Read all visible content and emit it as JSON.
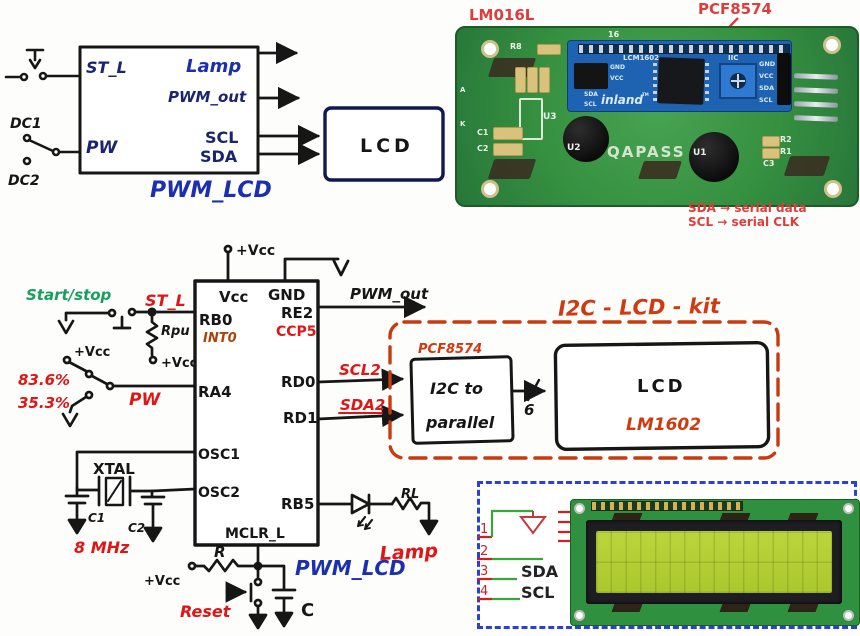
{
  "top_diagram": {
    "in_st_l": "ST_L",
    "in_pw": "PW",
    "out_lamp": "Lamp",
    "out_pwm": "PWM_out",
    "out_scl": "SCL",
    "out_sda": "SDA",
    "dc1": "DC1",
    "dc2": "DC2",
    "block_name": "PWM_LCD",
    "lcd": "LCD"
  },
  "photo": {
    "module_label": "LM016L",
    "chip_label": "PCF8574",
    "pin16": "16",
    "refs": {
      "r8": "R8",
      "u3": "U3",
      "c1": "C1",
      "c2": "C2",
      "u2": "U2",
      "u1": "U1",
      "c3": "C3",
      "r2": "R2",
      "r1": "R1"
    },
    "anode": "A",
    "kathode": "K",
    "brand": "QAPASS",
    "backpack": {
      "title": "LCM1602",
      "iic": "IIC",
      "brand": "inland",
      "tm": "TM",
      "jumper_pins": [
        "GND",
        "VCC",
        "SDA",
        "SCL"
      ],
      "header_pins": [
        "GND",
        "VCC",
        "SDA",
        "SCL"
      ]
    },
    "arrow": "→",
    "legend": [
      {
        "pin": "SDA",
        "desc": "serial data"
      },
      {
        "pin": "SCL",
        "desc": "serial CLK"
      }
    ]
  },
  "schematic": {
    "mcu": {
      "vcc": "Vcc",
      "gnd": "GND",
      "rb0": "RB0",
      "int0": "INT0",
      "re2": "RE2",
      "ccp5": "CCP5",
      "ra4": "RA4",
      "rd0": "RD0",
      "rd1": "RD1",
      "osc1": "OSC1",
      "osc2": "OSC2",
      "rb5": "RB5",
      "mclr": "MCLR_L",
      "name": "PWM_LCD"
    },
    "start_stop": "Start/stop",
    "st_l": "ST_L",
    "rpu": "Rpu",
    "vcc_top": "+Vcc",
    "vcc_pullup": "+Vcc",
    "vcc_pw": "+Vcc",
    "vcc_reset": "+Vcc",
    "duty_hi": "83.6%",
    "duty_lo": "35.3%",
    "pw": "PW",
    "xtal": "XTAL",
    "c1": "C1",
    "c2": "C2",
    "freq": "8 MHz",
    "r": "R",
    "reset": "Reset",
    "cap": "C",
    "rl": "RL",
    "lamp": "Lamp",
    "pwm_out": "PWM_out",
    "scl2": "SCL2",
    "sda2": "SDA2",
    "kit_title": "I2C - LCD - kit",
    "pcf": "PCF8574",
    "i2c_line1": "I2C to",
    "i2c_line2": "parallel",
    "bus_width": "6",
    "lcd": "LCD",
    "lcd_model": "LM1602"
  },
  "sim": {
    "pins": [
      "1",
      "2",
      "3",
      "4"
    ],
    "sda": "SDA",
    "scl": "SCL"
  }
}
